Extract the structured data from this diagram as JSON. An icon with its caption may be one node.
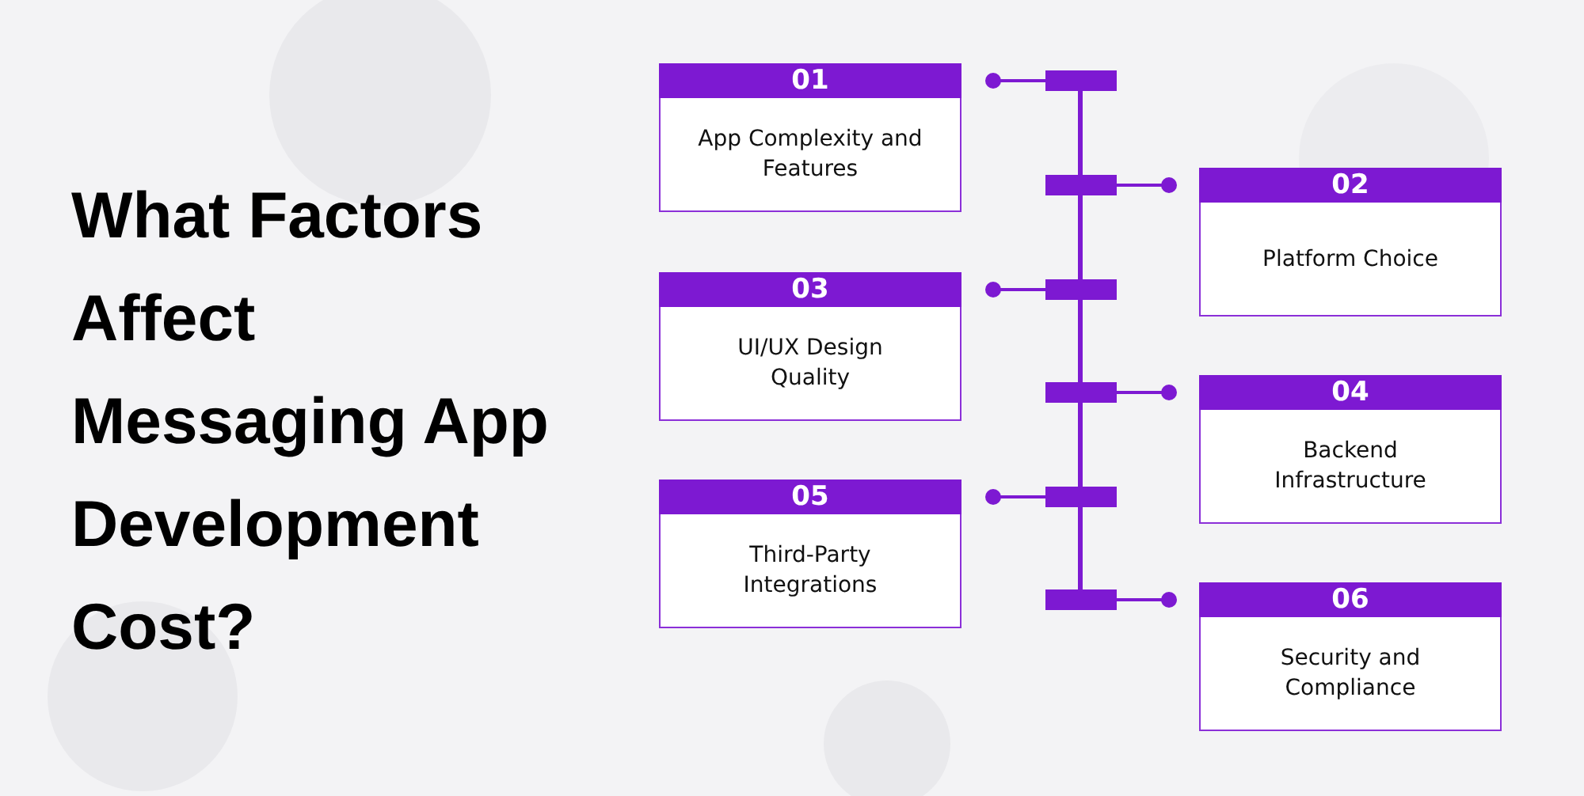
{
  "diagram": {
    "title": "What Factors Affect Messaging App Development Cost?",
    "nodes": [
      {
        "text": [
          "01",
          "App Complexity and Features"
        ]
      },
      {
        "text": [
          "02",
          "Platform Choice"
        ]
      },
      {
        "text": [
          "03",
          "UI/UX Design Quality"
        ]
      },
      {
        "text": [
          "04",
          "Backend Infrastructure"
        ]
      },
      {
        "text": [
          "05",
          "Third-Party Integrations"
        ]
      },
      {
        "text": [
          "06",
          "Security and Compliance"
        ]
      }
    ],
    "edges": []
  }
}
